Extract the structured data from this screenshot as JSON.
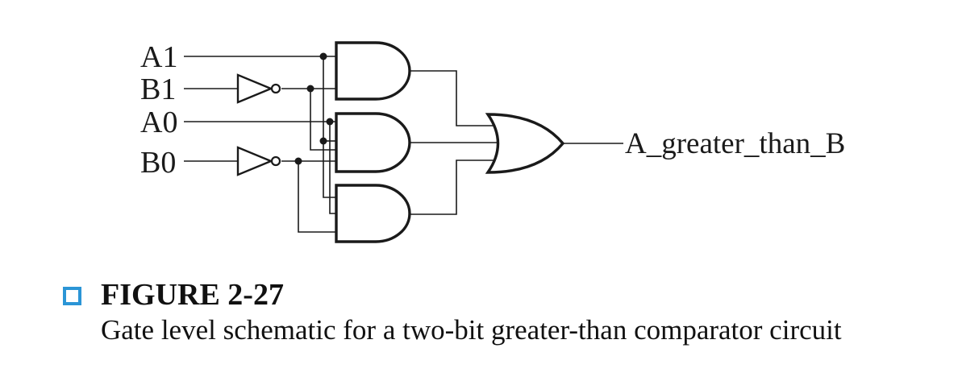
{
  "diagram": {
    "inputs": {
      "a1": "A1",
      "b1": "B1",
      "a0": "A0",
      "b0": "B0"
    },
    "output": "A_greater_than_B"
  },
  "caption": {
    "figure_number": "FIGURE 2-27",
    "text": "Gate level schematic for a two-bit greater-than comparator circuit",
    "box_color": "#2b95d6"
  }
}
